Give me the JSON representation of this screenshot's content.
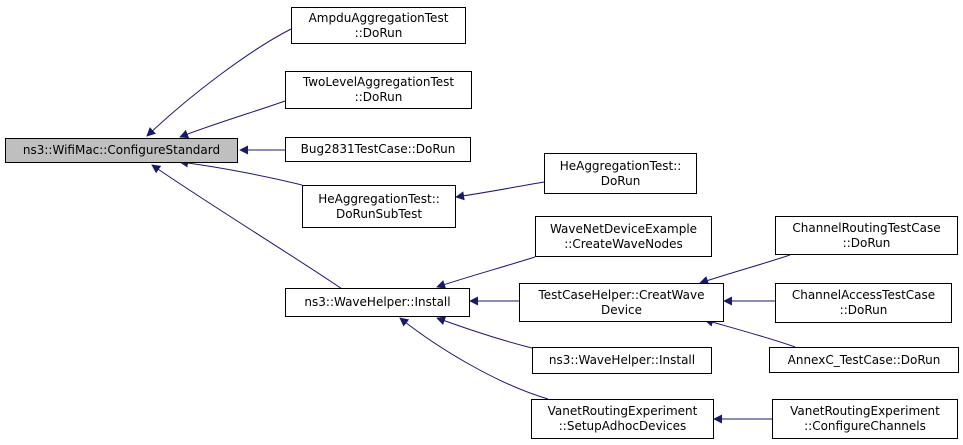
{
  "colors": {
    "edge": "#191970",
    "root_fill": "#bfbfbf",
    "node_fill": "#ffffff",
    "border": "#000000"
  },
  "nodes": {
    "configure_standard": {
      "lines": [
        "ns3::WifiMac::ConfigureStandard"
      ]
    },
    "ampdu": {
      "lines": [
        "AmpduAggregationTest",
        "::DoRun"
      ]
    },
    "twolevel": {
      "lines": [
        "TwoLevelAggregationTest",
        "::DoRun"
      ]
    },
    "bug2831": {
      "lines": [
        "Bug2831TestCase::DoRun"
      ]
    },
    "he_subtest": {
      "lines": [
        "HeAggregationTest::",
        "DoRunSubTest"
      ]
    },
    "he_dorun": {
      "lines": [
        "HeAggregationTest::",
        "DoRun"
      ]
    },
    "wavehelper_install": {
      "lines": [
        "ns3::WaveHelper::Install"
      ]
    },
    "wavenet_create": {
      "lines": [
        "WaveNetDeviceExample",
        "::CreateWaveNodes"
      ]
    },
    "testcase_creat": {
      "lines": [
        "TestCaseHelper::CreatWave",
        "Device"
      ]
    },
    "wavehelper_install2": {
      "lines": [
        "ns3::WaveHelper::Install"
      ]
    },
    "vanet_setup": {
      "lines": [
        "VanetRoutingExperiment",
        "::SetupAdhocDevices"
      ]
    },
    "channel_routing": {
      "lines": [
        "ChannelRoutingTestCase",
        "::DoRun"
      ]
    },
    "channel_access": {
      "lines": [
        "ChannelAccessTestCase",
        "::DoRun"
      ]
    },
    "annexc": {
      "lines": [
        "AnnexC_TestCase::DoRun"
      ]
    },
    "vanet_configure": {
      "lines": [
        "VanetRoutingExperiment",
        "::ConfigureChannels"
      ]
    }
  }
}
